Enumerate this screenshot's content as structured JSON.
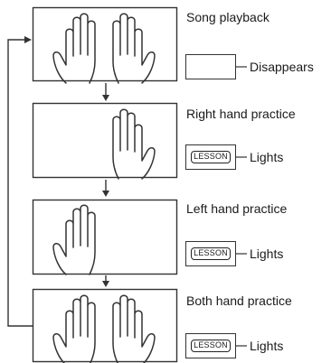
{
  "steps": [
    {
      "title": "Song playback",
      "hands": [
        "left",
        "right"
      ],
      "indicator": {
        "badge": "",
        "status": "Disappears"
      }
    },
    {
      "title": "Right hand practice",
      "hands": [
        "right"
      ],
      "indicator": {
        "badge": "LESSON",
        "status": "Lights"
      }
    },
    {
      "title": "Left hand practice",
      "hands": [
        "left"
      ],
      "indicator": {
        "badge": "LESSON",
        "status": "Lights"
      }
    },
    {
      "title": "Both hand practice",
      "hands": [
        "left",
        "right"
      ],
      "indicator": {
        "badge": "LESSON",
        "status": "Lights"
      }
    }
  ],
  "colors": {
    "line": "#333333"
  }
}
